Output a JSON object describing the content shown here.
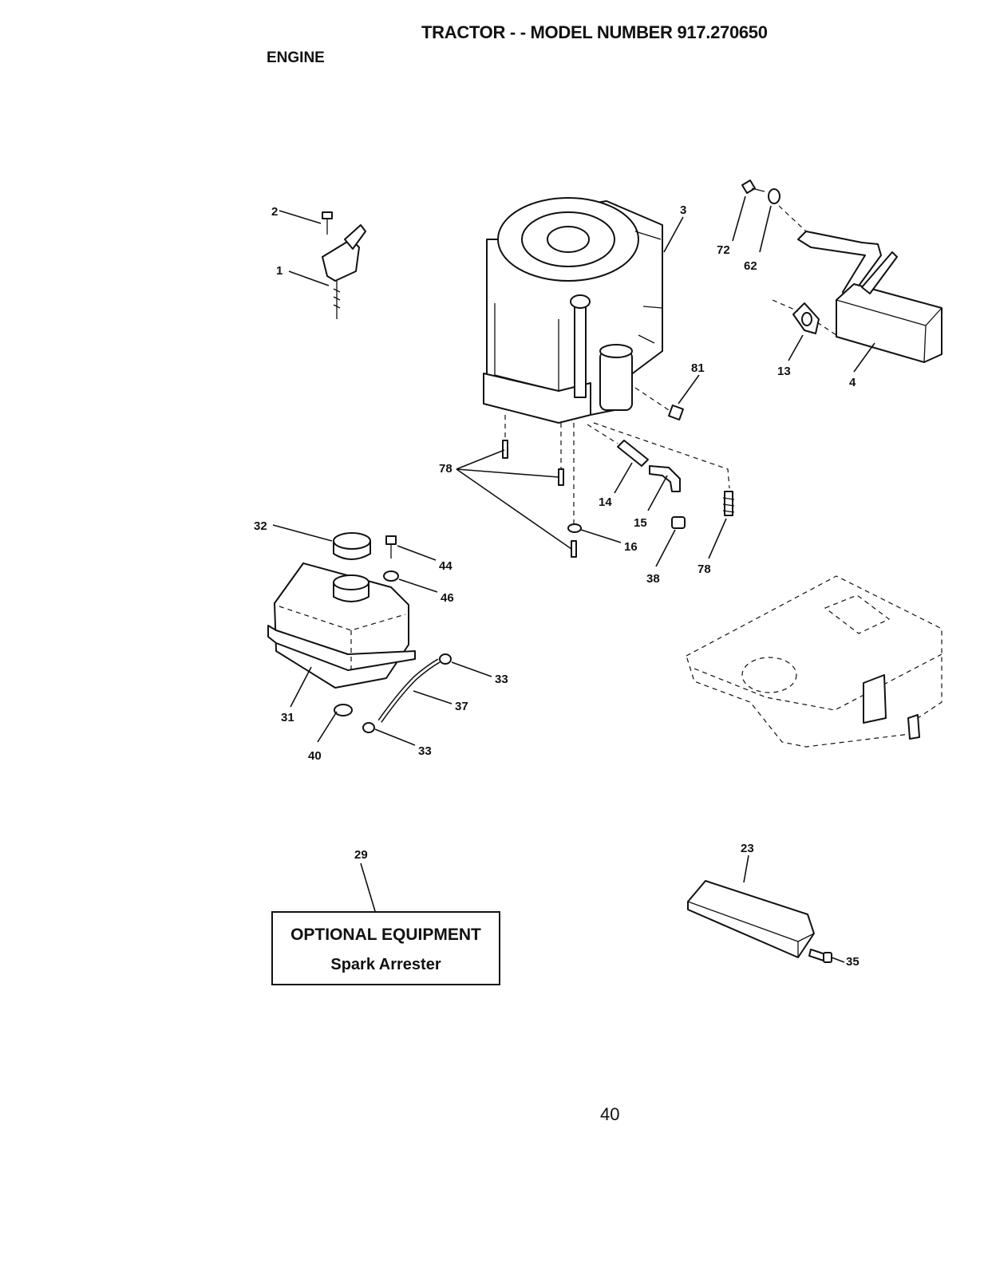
{
  "header": {
    "title": "TRACTOR - - MODEL NUMBER 917.270650",
    "section": "ENGINE"
  },
  "optional_equipment": {
    "title": "OPTIONAL EQUIPMENT",
    "item": "Spark Arrester"
  },
  "callouts": {
    "c1": "1",
    "c2": "2",
    "c3": "3",
    "c4": "4",
    "c13": "13",
    "c14": "14",
    "c15": "15",
    "c16": "16",
    "c23": "23",
    "c29": "29",
    "c31": "31",
    "c32": "32",
    "c33a": "33",
    "c33b": "33",
    "c35": "35",
    "c37": "37",
    "c38": "38",
    "c40": "40",
    "c44": "44",
    "c46": "46",
    "c62": "62",
    "c72": "72",
    "c78a": "78",
    "c78b": "78",
    "c81": "81"
  },
  "page_number": "40"
}
